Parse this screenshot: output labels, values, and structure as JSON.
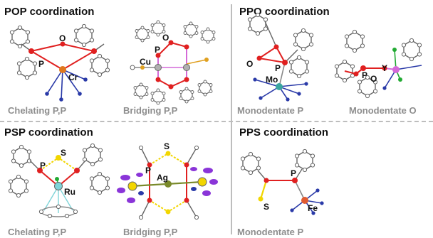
{
  "panels": {
    "pop": {
      "title": "POP coordination",
      "captions": [
        "Chelating P,P",
        "Bridging P,P"
      ],
      "atom_labels": {
        "o": "O",
        "p": "P",
        "cr": "Cr",
        "cu": "Cu",
        "p2": "P",
        "o2": "O"
      }
    },
    "ppo": {
      "title": "PPO coordination",
      "captions": [
        "Monodentate P",
        "Monodentate O"
      ],
      "atom_labels": {
        "o": "O",
        "p": "P",
        "mo": "Mo",
        "p2": "P",
        "o2": "O",
        "y": "Y"
      }
    },
    "psp": {
      "title": "PSP coordination",
      "captions": [
        "Chelating P,P",
        "Bridging P,P"
      ],
      "atom_labels": {
        "s": "S",
        "p": "P",
        "ru": "Ru",
        "s2": "S",
        "p2": "P",
        "ag": "Ag"
      }
    },
    "pps": {
      "title": "PPS coordination",
      "captions": [
        "Monodentate P"
      ],
      "atom_labels": {
        "p": "P",
        "s": "S",
        "fe": "Fe"
      }
    }
  },
  "colors": {
    "phosphorus": "#e02020",
    "oxygen": "#e02020",
    "sulfur": "#f2d600",
    "chromium": "#e0781e",
    "copper": "#b0b0b0",
    "molybdenum": "#3aa6a0",
    "yttrium": "#d46ad8",
    "ruthenium": "#7fd4d8",
    "silver": "#7a8a2a",
    "iron": "#e05a30",
    "nitrogen": "#2a3aa8",
    "chlorine": "#22aa33",
    "carbon": "#7a7a7a",
    "hydrogen_halo": "#8a35d8",
    "caption_gray": "#8e8e8e"
  }
}
